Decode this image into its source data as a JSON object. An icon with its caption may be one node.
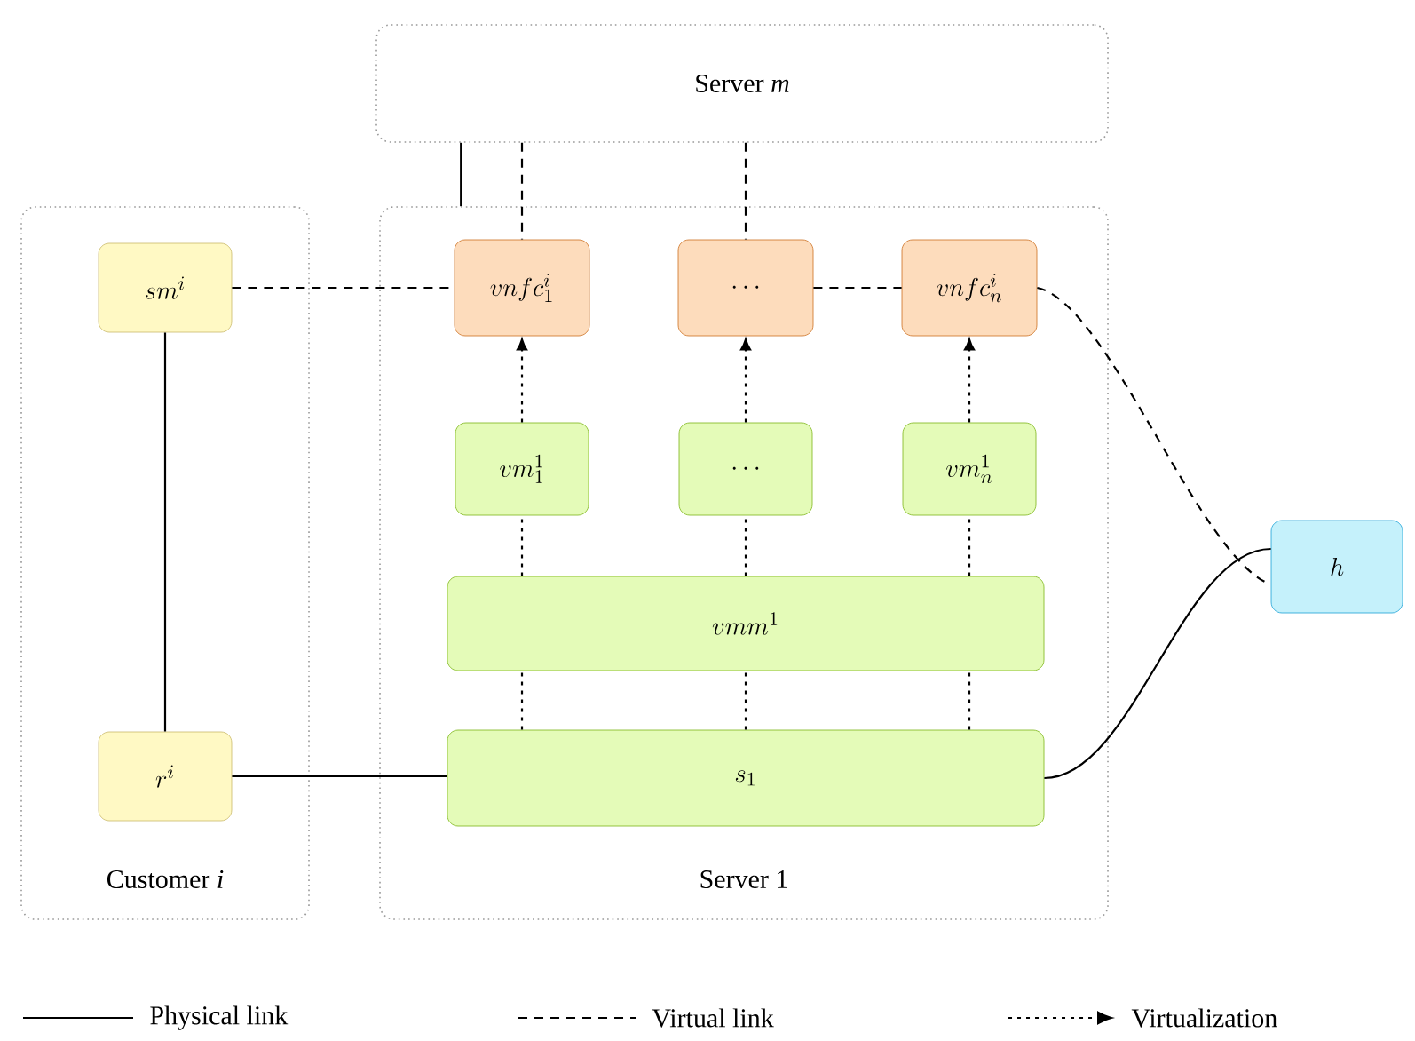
{
  "diagram": {
    "nodes": [
      {
        "text": [
          "Server *m*"
        ]
      },
      {
        "text": [
          "Customer *i*"
        ]
      },
      {
        "text": [
          "Server 1"
        ]
      },
      {
        "text": [
          "sm^{i}"
        ],
        "in": 1
      },
      {
        "text": [
          "r^{i}"
        ],
        "in": 1
      },
      {
        "text": [
          "vnfc_{1}^{i}"
        ],
        "in": 2
      },
      {
        "text": [
          "\\cdots"
        ],
        "in": 2
      },
      {
        "text": [
          "vnfc_{n}^{i}"
        ],
        "in": 2
      },
      {
        "text": [
          "vm_{1}^{1}"
        ],
        "in": 2
      },
      {
        "text": [
          "\\cdots"
        ],
        "in": 2
      },
      {
        "text": [
          "vm_{n}^{1}"
        ],
        "in": 2
      },
      {
        "text": [
          "vmm^{1}"
        ],
        "in": 2
      },
      {
        "text": [
          "s_{1}"
        ],
        "in": 2
      },
      {
        "text": [
          "h"
        ]
      }
    ],
    "edges": [
      {
        "from": 0,
        "to": 2,
        "arrow": "none"
      },
      {
        "from": 0,
        "to": 5,
        "arrow": "none",
        "style": "dashed"
      },
      {
        "from": 0,
        "to": 6,
        "arrow": "none",
        "style": "dashed"
      },
      {
        "from": 3,
        "to": 5,
        "arrow": "none",
        "style": "dashed"
      },
      {
        "from": 6,
        "to": 7,
        "arrow": "none",
        "style": "dashed"
      },
      {
        "from": 7,
        "to": 13,
        "arrow": "none",
        "style": "dashed"
      },
      {
        "from": 3,
        "to": 4,
        "arrow": "none"
      },
      {
        "from": 4,
        "to": 12,
        "arrow": "none"
      },
      {
        "from": 12,
        "to": 13,
        "arrow": "none"
      },
      {
        "from": 8,
        "to": 5,
        "arrow": "to",
        "style": "dashed"
      },
      {
        "from": 9,
        "to": 6,
        "arrow": "to",
        "style": "dashed"
      },
      {
        "from": 10,
        "to": 7,
        "arrow": "to",
        "style": "dashed"
      },
      {
        "from": 11,
        "to": 8,
        "arrow": "none",
        "style": "dashed"
      },
      {
        "from": 11,
        "to": 9,
        "arrow": "none",
        "style": "dashed"
      },
      {
        "from": 11,
        "to": 10,
        "arrow": "none",
        "style": "dashed"
      },
      {
        "from": 12,
        "to": 11,
        "arrow": "none",
        "style": "dashed"
      },
      {
        "from": 12,
        "to": 11,
        "arrow": "none",
        "style": "dashed"
      },
      {
        "from": 12,
        "to": 11,
        "arrow": "none",
        "style": "dashed"
      }
    ],
    "legend": [
      {
        "text": "Physical link"
      },
      {
        "text": "Virtual link"
      },
      {
        "text": "Virtualization"
      }
    ]
  }
}
